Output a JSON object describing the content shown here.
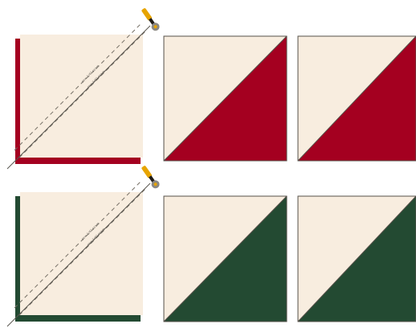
{
  "colors": {
    "background": "#ffffff",
    "cream": "#f8eddf",
    "outline": "#555049",
    "cut_line": "#5a564f",
    "stitch_line": "#777167",
    "seam_text": "#6f6a62",
    "cutter_gold": "#e7a400",
    "cutter_dark": "#1f1b17",
    "cutter_grey": "#8a8782"
  },
  "rows": [
    {
      "name": "red",
      "accent": "#a40020",
      "seam_text": [
        "sew 1/4\" seam",
        "sew 1/4\" seam"
      ]
    },
    {
      "name": "green",
      "accent": "#234a32",
      "seam_text": [
        "sew 1/4\" seam",
        "sew 1/4\" seam"
      ]
    }
  ],
  "icons": {
    "cutter": "rotary-cutter-icon",
    "diagonal": "cut-line-icon",
    "stitch": "stitch-line-icon"
  }
}
